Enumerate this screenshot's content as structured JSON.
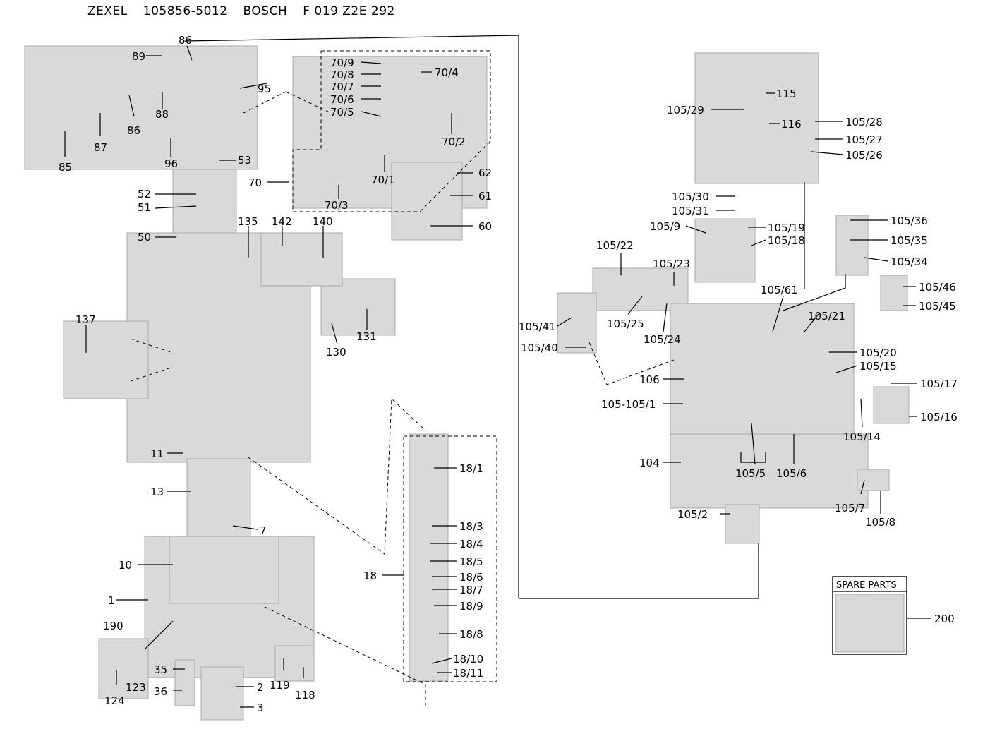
{
  "header": {
    "brand": "ZEXEL",
    "zexel_no": "105856-5012",
    "maker": "BOSCH",
    "bosch_no": "F 019 Z2E 292"
  },
  "spare_parts_box": {
    "title": "SPARE PARTS"
  },
  "labels": {
    "p89": "89",
    "p86a": "86",
    "p95": "95",
    "p86b": "86",
    "p87": "87",
    "p85": "85",
    "p88": "88",
    "p96": "96",
    "p53": "53",
    "p52": "52",
    "p51": "51",
    "p50": "50",
    "p70_9": "70/9",
    "p70_8": "70/8",
    "p70_7": "70/7",
    "p70_6": "70/6",
    "p70_5": "70/5",
    "p70_4": "70/4",
    "p70_2": "70/2",
    "p70_1": "70/1",
    "p70": "70",
    "p70_3": "70/3",
    "p62": "62",
    "p61": "61",
    "p60": "60",
    "p135": "135",
    "p142": "142",
    "p140": "140",
    "p137": "137",
    "p130": "130",
    "p131": "131",
    "p11": "11",
    "p13": "13",
    "p7": "7",
    "p10": "10",
    "p1": "1",
    "p190": "190",
    "p123": "123",
    "p124": "124",
    "p35": "35",
    "p36": "36",
    "p2": "2",
    "p3": "3",
    "p119": "119",
    "p118": "118",
    "p18": "18",
    "p18_1": "18/1",
    "p18_3": "18/3",
    "p18_4": "18/4",
    "p18_5": "18/5",
    "p18_6": "18/6",
    "p18_7": "18/7",
    "p18_9": "18/9",
    "p18_8": "18/8",
    "p18_10": "18/10",
    "p18_11": "18/11",
    "p115": "115",
    "p105_29": "105/29",
    "p116": "116",
    "p105_28": "105/28",
    "p105_27": "105/27",
    "p105_26": "105/26",
    "p105_30": "105/30",
    "p105_31": "105/31",
    "p105_9": "105/9",
    "p105_19": "105/19",
    "p105_18": "105/18",
    "p105_36": "105/36",
    "p105_35": "105/35",
    "p105_22": "105/22",
    "p105_23": "105/23",
    "p105_34": "105/34",
    "p105_46": "105/46",
    "p105_45": "105/45",
    "p105_61": "105/61",
    "p105_21": "105/21",
    "p105_41": "105/41",
    "p105_25": "105/25",
    "p105_24": "105/24",
    "p105_40": "105/40",
    "p105_20": "105/20",
    "p105_15": "105/15",
    "p106": "106",
    "p105_17": "105/17",
    "p105_105_1": "105-105/1",
    "p105_16": "105/16",
    "p105_14": "105/14",
    "p104": "104",
    "p105_5": "105/5",
    "p105_6": "105/6",
    "p105_7": "105/7",
    "p105_2": "105/2",
    "p105_8": "105/8",
    "p200": "200"
  }
}
